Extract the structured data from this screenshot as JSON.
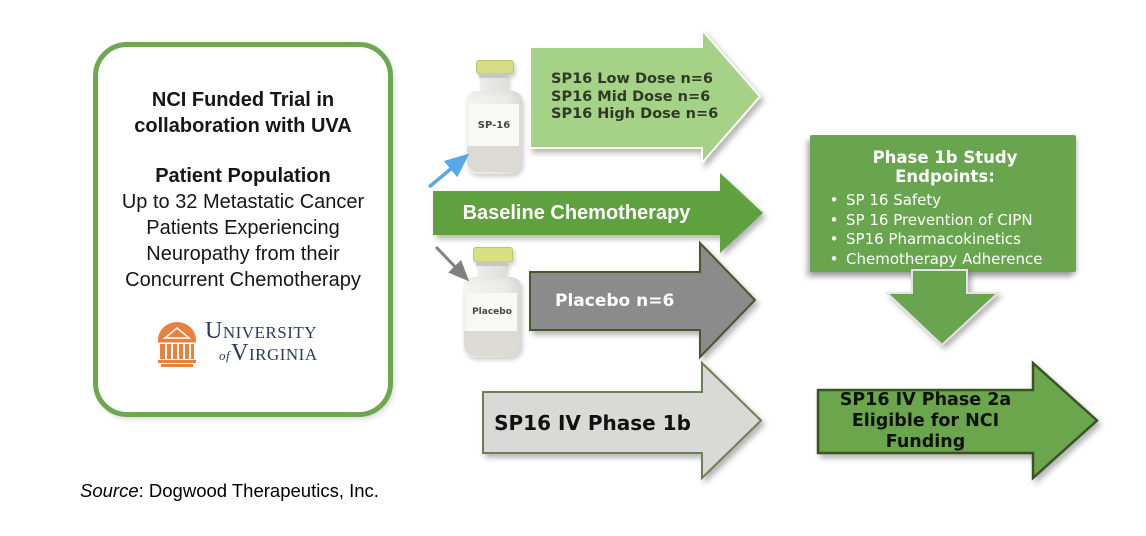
{
  "colors": {
    "panel_border": "#6BA84F",
    "light_green_fill": "#A5D287",
    "light_green_stroke": "#FDFDFB",
    "dose_text": "#2E3A26",
    "baseline_green": "#5FA03F",
    "box_green": "#69A54E",
    "phase2a_green": "#6CA64C",
    "phase2a_stroke": "#3A5323",
    "placebo_gray": "#8B8B8B",
    "placebo_stroke": "#47572F",
    "phase1b_gray": "#D9D9D7",
    "phase1b_stroke": "#6F7F54",
    "down_arrow_fill": "#69A54E",
    "down_arrow_stroke": "#E3E3E3",
    "blue_pointer": "#58A8E8",
    "gray_pointer": "#808080",
    "sp16_cap": "#D6DC86",
    "placebo_cap": "#D9E07F",
    "uva_orange": "#E8823A",
    "uva_navy": "#2B3A5C"
  },
  "left_panel": {
    "title": "NCI Funded Trial in collaboration with UVA",
    "population_heading": "Patient Population",
    "population_body": "Up to 32 Metastatic Cancer Patients Experiencing Neuropathy from their Concurrent Chemotherapy",
    "logo": {
      "line1": "University",
      "of": "of",
      "line2": "Virginia"
    }
  },
  "vials": {
    "sp16_label": "SP-16",
    "placebo_label": "Placebo"
  },
  "arrows": {
    "doses": {
      "lines": [
        "SP16 Low Dose n=6",
        "SP16 Mid Dose n=6",
        "SP16 High Dose n=6"
      ]
    },
    "baseline": {
      "label": "Baseline Chemotherapy"
    },
    "placebo": {
      "label": "Placebo n=6"
    },
    "phase1b": {
      "label": "SP16 IV Phase 1b"
    },
    "phase2a": {
      "line1": "SP16 IV Phase 2a",
      "line2": "Eligible for NCI Funding"
    }
  },
  "endpoints_box": {
    "title": "Phase 1b Study Endpoints:",
    "bullet_marker": "•",
    "bullets": [
      "SP 16 Safety",
      "SP 16 Prevention of CIPN",
      "SP16 Pharmacokinetics",
      "Chemotherapy Adherence"
    ]
  },
  "source": {
    "prefix": "Source",
    "rest": ": Dogwood Therapeutics, Inc."
  }
}
